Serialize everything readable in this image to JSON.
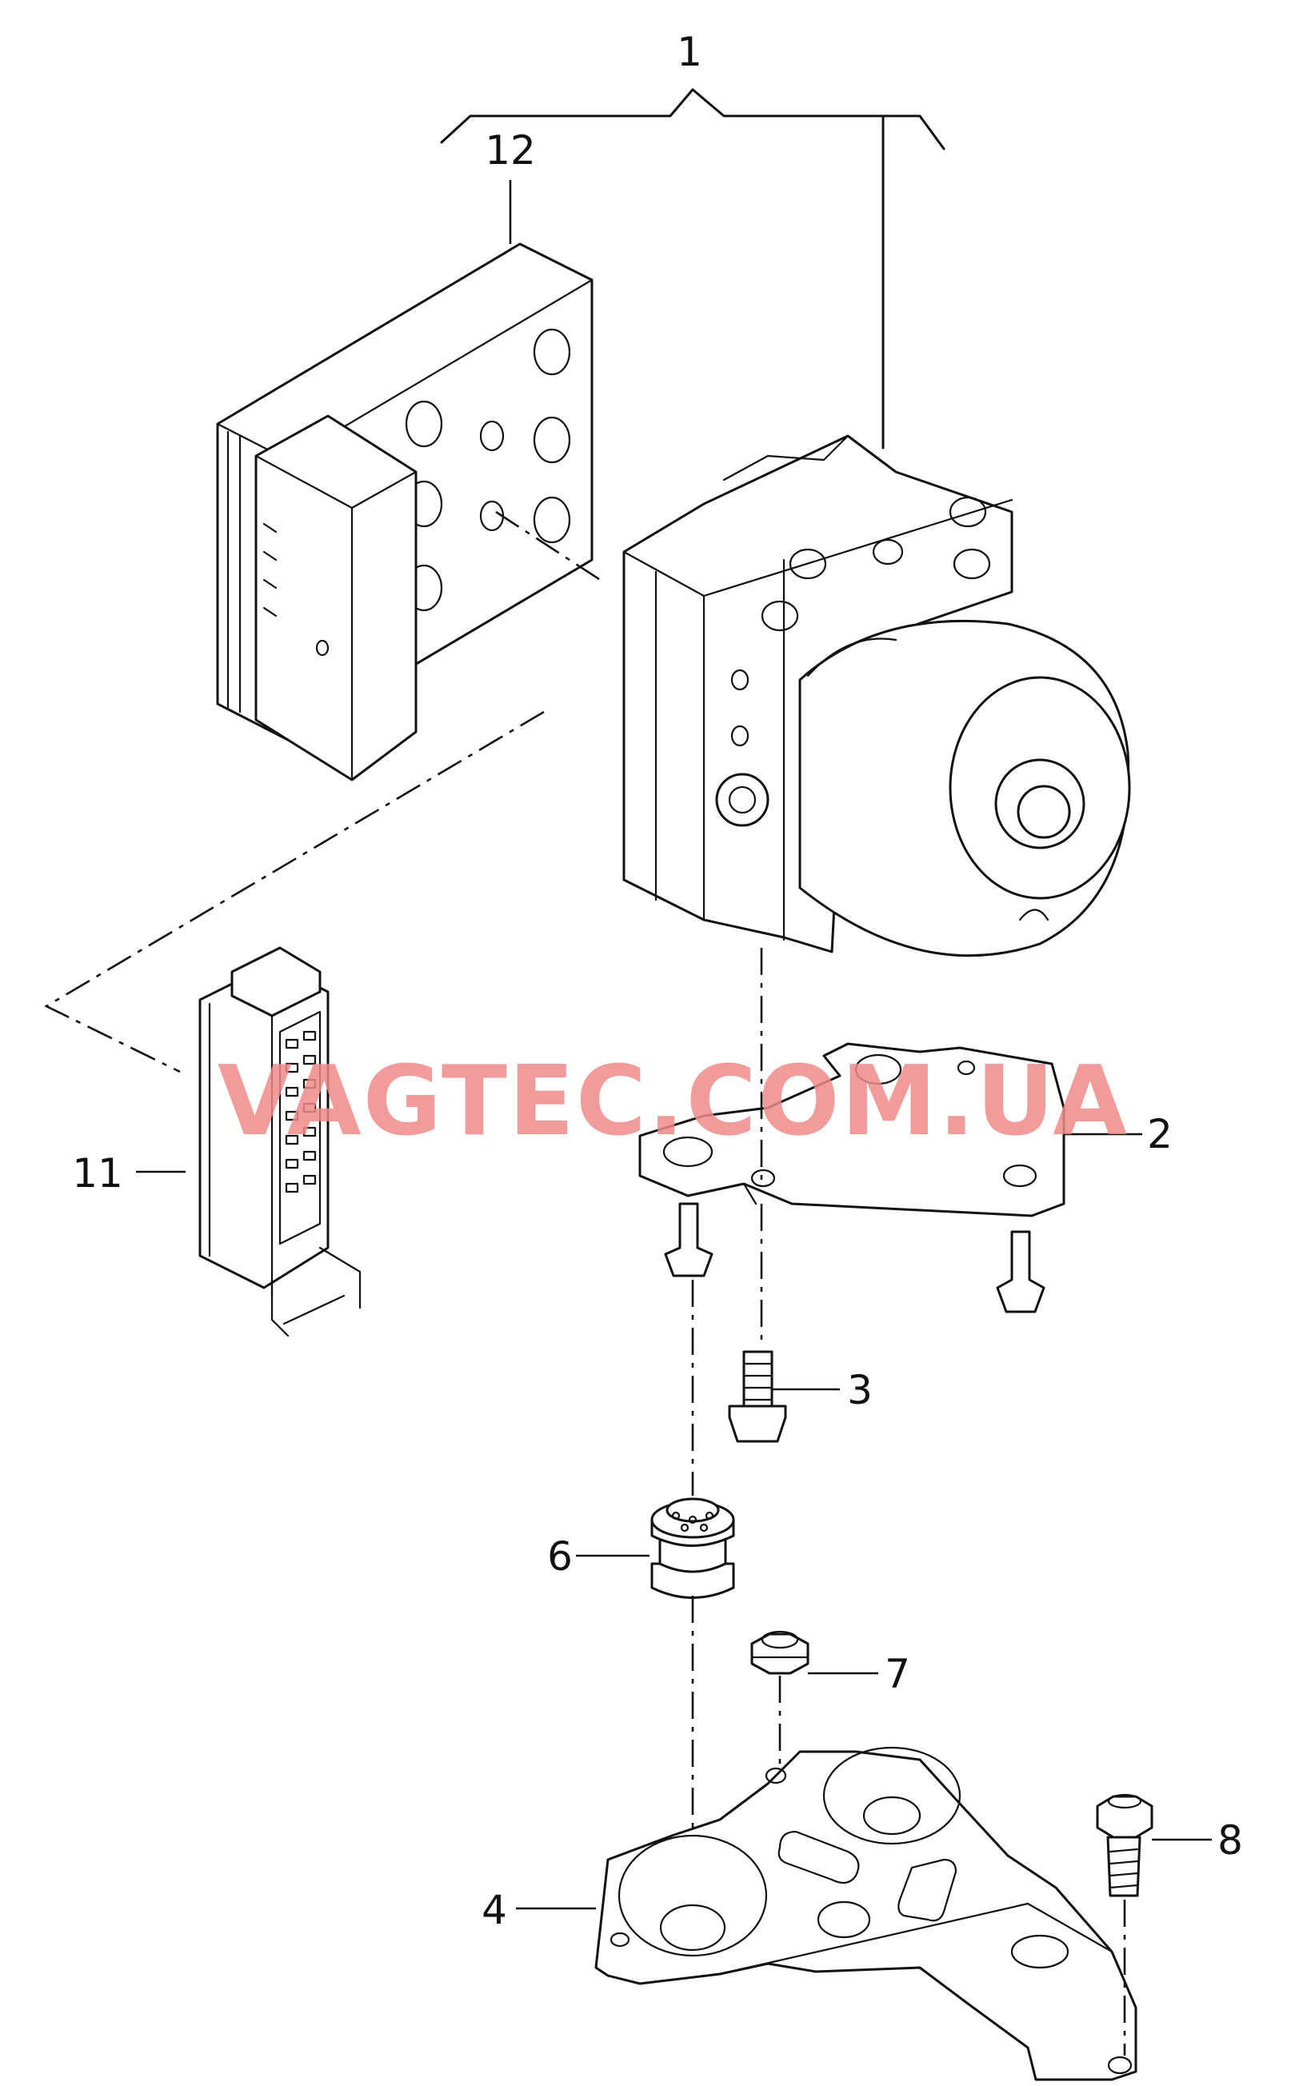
{
  "watermark": "VAGTEC.COM.UA",
  "callouts": {
    "c1": "1",
    "c2": "2",
    "c3": "3",
    "c4": "4",
    "c6": "6",
    "c7": "7",
    "c8": "8",
    "c11": "11",
    "c12": "12"
  },
  "colors": {
    "line": "#111111",
    "watermark": "#f08a8a",
    "background": "#ffffff"
  }
}
